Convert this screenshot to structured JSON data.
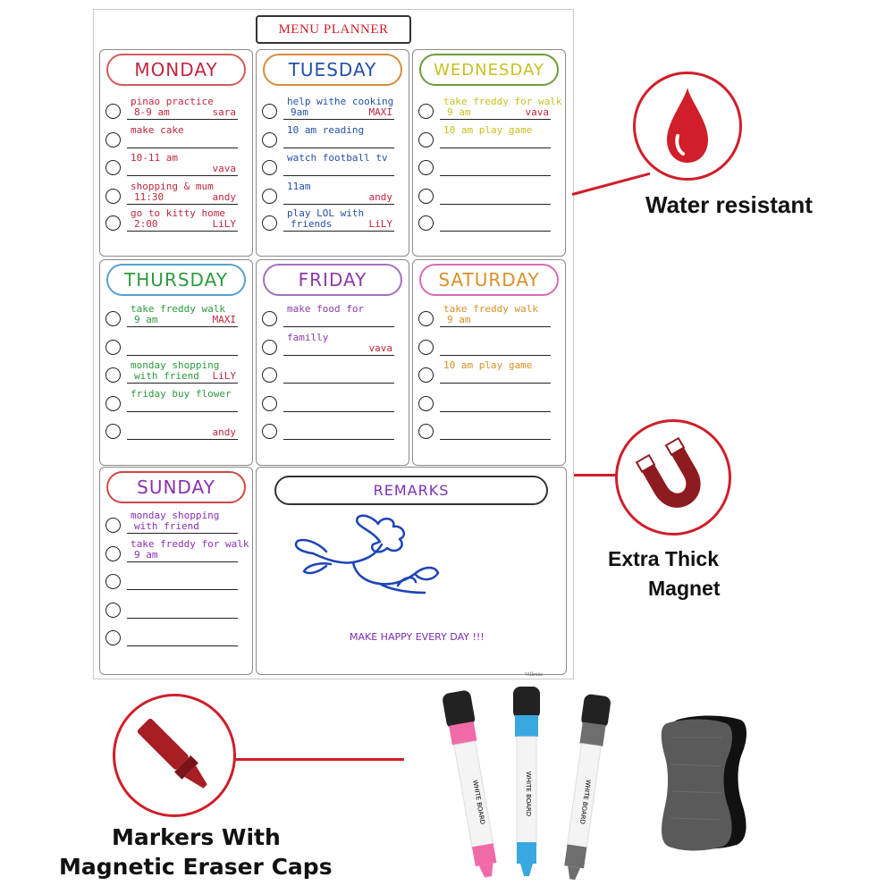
{
  "board": {
    "title": "MENU PLANNER",
    "brand": "Villexus",
    "days": [
      {
        "name": "MONDAY",
        "color": "#c0273f",
        "pillBorder": "#d65a5a",
        "rows": [
          {
            "a": "pinao practice",
            "b": "8-9 am",
            "c": "sara"
          },
          {
            "a": "make cake",
            "b": "",
            "c": ""
          },
          {
            "a": "10-11 am",
            "b": "",
            "c": "vava"
          },
          {
            "a": "shopping & mum",
            "b": "11:30",
            "c": "andy"
          },
          {
            "a": "go to kitty home",
            "b": "2:00",
            "c": "LiLY"
          }
        ]
      },
      {
        "name": "TUESDAY",
        "color": "#2350a8",
        "pillBorder": "#d88e3a",
        "rows": [
          {
            "a": "help withe cooking",
            "b": "9am",
            "c": "MAXI"
          },
          {
            "a": "10 am reading",
            "b": "",
            "c": ""
          },
          {
            "a": "watch football tv",
            "b": "",
            "c": ""
          },
          {
            "a": "11am",
            "b": "",
            "c": "andy"
          },
          {
            "a": "play LOL with",
            "b": "friends",
            "c": "LiLY"
          }
        ]
      },
      {
        "name": "WEDNESDAY",
        "color": "#c8c020",
        "pillBorder": "#6f9a3a",
        "rows": [
          {
            "a": "take freddy for walk",
            "b": "9 am",
            "c": "vava"
          },
          {
            "a": "10 am play game",
            "b": "",
            "c": ""
          },
          {
            "a": "",
            "b": "",
            "c": ""
          },
          {
            "a": "",
            "b": "",
            "c": ""
          },
          {
            "a": "",
            "b": "",
            "c": ""
          }
        ]
      },
      {
        "name": "THURSDAY",
        "color": "#2b9a3e",
        "pillBorder": "#5aa0d0",
        "rows": [
          {
            "a": "take freddy walk",
            "b": "9 am",
            "c": "MAXI"
          },
          {
            "a": "",
            "b": "",
            "c": ""
          },
          {
            "a": "monday shopping",
            "b": "with friend",
            "c": "LiLY"
          },
          {
            "a": "friday buy flower",
            "b": "",
            "c": ""
          },
          {
            "a": "",
            "b": "",
            "c": "andy"
          }
        ]
      },
      {
        "name": "FRIDAY",
        "color": "#8a3aa8",
        "pillBorder": "#a46ec0",
        "rows": [
          {
            "a": "make food for",
            "b": "",
            "c": ""
          },
          {
            "a": "familly",
            "b": "",
            "c": "vava"
          },
          {
            "a": "",
            "b": "",
            "c": ""
          },
          {
            "a": "",
            "b": "",
            "c": ""
          },
          {
            "a": "",
            "b": "",
            "c": ""
          }
        ]
      },
      {
        "name": "SATURDAY",
        "color": "#d8902a",
        "pillBorder": "#d96bb0",
        "rows": [
          {
            "a": "take freddy walk",
            "b": "9 am",
            "c": ""
          },
          {
            "a": "",
            "b": "",
            "c": ""
          },
          {
            "a": "10 am play game",
            "b": "",
            "c": ""
          },
          {
            "a": "",
            "b": "",
            "c": ""
          },
          {
            "a": "",
            "b": "",
            "c": ""
          }
        ]
      },
      {
        "name": "SUNDAY",
        "color": "#8a2fb5",
        "pillBorder": "#d04848",
        "rows": [
          {
            "a": "monday shopping",
            "b": "with friend",
            "c": ""
          },
          {
            "a": "take freddy for walk",
            "b": "9 am",
            "c": ""
          },
          {
            "a": "",
            "b": "",
            "c": ""
          },
          {
            "a": "",
            "b": "",
            "c": ""
          },
          {
            "a": "",
            "b": "",
            "c": ""
          }
        ]
      }
    ],
    "remarks": {
      "title": "REMARKS",
      "note": "MAKE HAPPY EVERY DAY !!!"
    }
  },
  "features": {
    "water": "Water resistant",
    "magnet_line1": "Extra Thick",
    "magnet_line2": "Magnet",
    "markers_line1": "Markers With",
    "markers_line2": "Magnetic Eraser Caps"
  },
  "marker_labels": [
    "WHITE BOARD",
    "WHITE BOARD",
    "WHITE BOARD"
  ],
  "colors": {
    "accent": "#d01e2a",
    "pink": "#f06aa8",
    "blue": "#3aa8e0",
    "gray": "#6e6e6e"
  }
}
